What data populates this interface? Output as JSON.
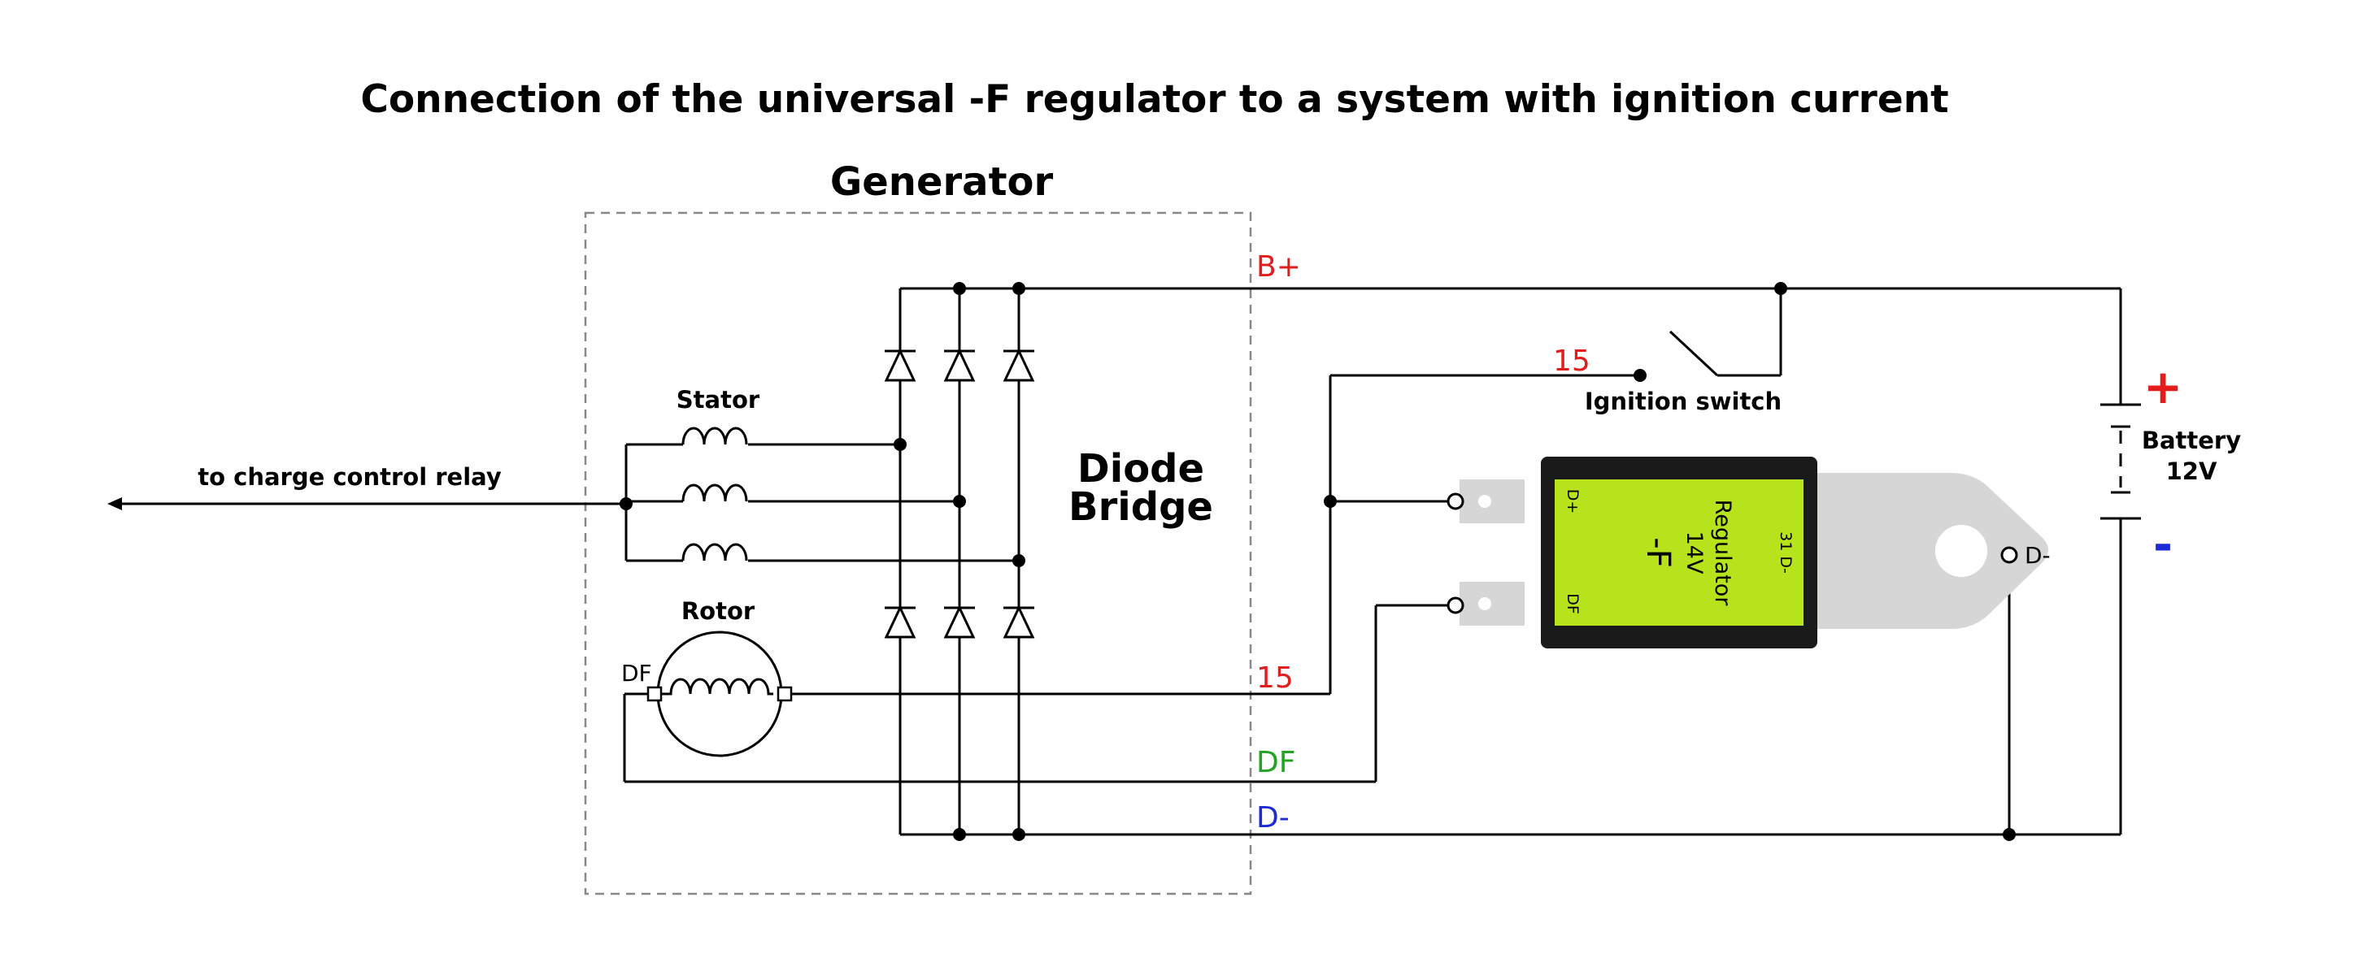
{
  "title": "Connection of the universal -F regulator to a system with ignition current",
  "generator": {
    "label": "Generator"
  },
  "stator": {
    "label": "Stator"
  },
  "rotor": {
    "label": "Rotor",
    "terminal_label": "DF"
  },
  "diode_bridge": {
    "line1": "Diode",
    "line2": "Bridge"
  },
  "charge_relay": {
    "label": "to charge control relay"
  },
  "terminals": {
    "b_plus": "B+",
    "ignition_15_top": "15",
    "ignition_15_gen": "15",
    "df": "DF",
    "d_minus": "D-"
  },
  "ignition_switch": {
    "label": "Ignition switch"
  },
  "regulator": {
    "line1": "Regulator",
    "line2": "14V",
    "line3": "-F",
    "pin_d_plus": "D+",
    "pin_df": "DF",
    "pin_31": "31 D-",
    "tab_label": "D-"
  },
  "battery": {
    "label_line1": "Battery",
    "label_line2": "12V",
    "plus": "+",
    "minus": "-"
  },
  "colors": {
    "red": "#e31c1c",
    "green": "#1fa51f",
    "blue": "#1c2bd6",
    "regulator_body": "#b6e31c",
    "regulator_frame": "#1a1a1a",
    "heatsink": "#d6d6d6",
    "box_dash": "#888888"
  }
}
